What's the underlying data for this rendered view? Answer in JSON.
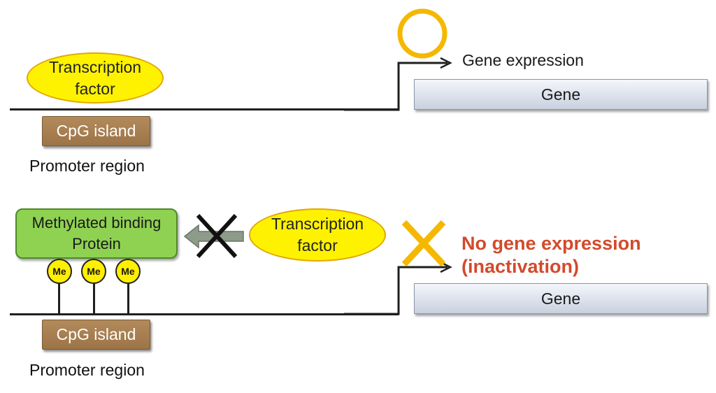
{
  "top": {
    "transcription_factor": [
      "Transcription",
      "factor"
    ],
    "cpg_label": "CpG island",
    "promoter_label": "Promoter region",
    "gene_label": "Gene",
    "expression_label": "Gene expression"
  },
  "bottom": {
    "transcription_factor": [
      "Transcription",
      "factor"
    ],
    "cpg_label": "CpG island",
    "promoter_label": "Promoter region",
    "gene_label": "Gene",
    "binding_protein": [
      "Methylated binding",
      "Protein"
    ],
    "methyl_marks": [
      "Me",
      "Me",
      "Me"
    ],
    "no_expression_line1": "No gene expression",
    "no_expression_line2": "(inactivation)"
  },
  "colors": {
    "tf_fill": "#fff200",
    "circle_mark": "#f5b800",
    "x_mark": "#f5b800",
    "no_expression": "#d34a2c",
    "protein_fill": "#8fd151",
    "cpg_fill": "#a9835a"
  }
}
